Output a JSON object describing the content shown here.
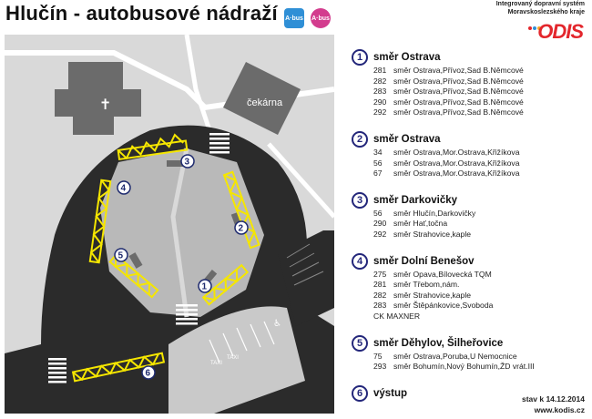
{
  "header": {
    "title": "Hlučín - autobusové nádraží",
    "badge_a": "A·bus",
    "badge_b": "A·bus",
    "org_line1": "Integrovaný dopravní systém",
    "org_line2": "Moravskoslezského kraje",
    "logo": "ODIS"
  },
  "map": {
    "building_label": "čekárna",
    "taxi_label_1": "TAXI",
    "taxi_label_2": "TAXI",
    "stop_numbers": [
      "1",
      "2",
      "3",
      "4",
      "5",
      "6"
    ],
    "colors": {
      "road": "#2b2b2b",
      "island": "#b9b9b9",
      "platform": "#f5e600",
      "building": "#6b6b6b",
      "area": "#d9d9d9",
      "pin": "#1e2a6e"
    }
  },
  "legend": [
    {
      "no": "1",
      "title": "směr Ostrava",
      "lines": [
        {
          "n": "281",
          "t": "směr Ostrava,Přívoz,Sad B.Němcové"
        },
        {
          "n": "282",
          "t": "směr Ostrava,Přívoz,Sad B.Němcové"
        },
        {
          "n": "283",
          "t": "směr Ostrava,Přívoz,Sad B.Němcové"
        },
        {
          "n": "290",
          "t": "směr Ostrava,Přívoz,Sad B.Němcové"
        },
        {
          "n": "292",
          "t": "směr Ostrava,Přívoz,Sad B.Němcové"
        }
      ]
    },
    {
      "no": "2",
      "title": "směr Ostrava",
      "lines": [
        {
          "n": "34",
          "t": "směr Ostrava,Mor.Ostrava,Křižíkova"
        },
        {
          "n": "56",
          "t": "směr Ostrava,Mor.Ostrava,Křižíkova"
        },
        {
          "n": "67",
          "t": "směr Ostrava,Mor.Ostrava,Křižíkova"
        }
      ]
    },
    {
      "no": "3",
      "title": "směr Darkovičky",
      "lines": [
        {
          "n": "56",
          "t": "směr Hlučín,Darkovičky"
        },
        {
          "n": "290",
          "t": "směr Hať,točna"
        },
        {
          "n": "292",
          "t": "směr Strahovice,kaple"
        }
      ]
    },
    {
      "no": "4",
      "title": "směr Dolní Benešov",
      "lines": [
        {
          "n": "275",
          "t": "směr Opava,Bílovecká TQM"
        },
        {
          "n": "281",
          "t": "směr Třebom,nám."
        },
        {
          "n": "282",
          "t": "směr Strahovice,kaple"
        },
        {
          "n": "283",
          "t": "směr Štěpánkovice,Svoboda"
        },
        {
          "n": "",
          "t": "CK MAXNER"
        }
      ]
    },
    {
      "no": "5",
      "title": "směr Děhylov, Šilheřovice",
      "lines": [
        {
          "n": "75",
          "t": "směr Ostrava,Poruba,U Nemocnice"
        },
        {
          "n": "293",
          "t": "směr Bohumín,Nový Bohumín,ŽD vrát.III"
        }
      ]
    },
    {
      "no": "6",
      "title": "výstup",
      "lines": []
    }
  ],
  "footer": {
    "valid": "stav k 14.12.2014",
    "web": "www.kodis.cz"
  }
}
